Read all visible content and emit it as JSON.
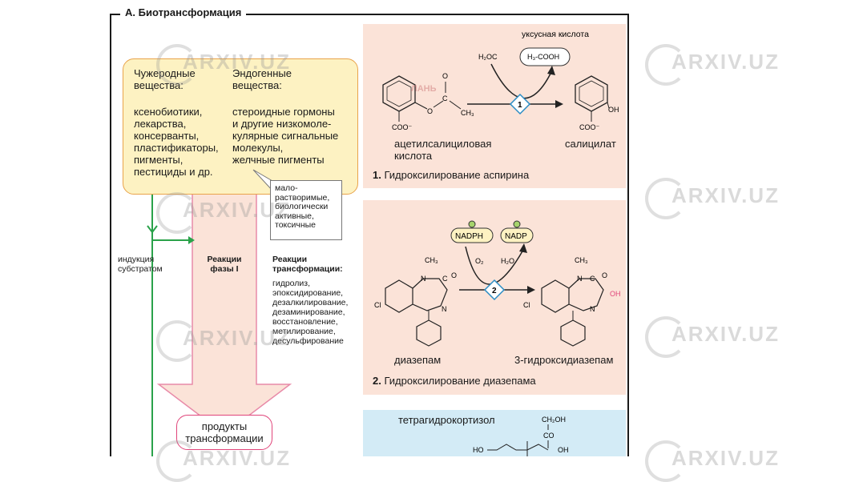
{
  "title": "А. Биотрансформация",
  "yellow_box": {
    "left_heading": "Чужеродные\nвещества:",
    "left_list": "ксенобиотики,\nлекарства,\nконсерванты,\nпластификаторы,\nпигменты,\nпестициды и др.",
    "right_heading": "Эндогенные\nвещества:",
    "right_list": "стероидные гормоны\nи другие низкомоле-\nкулярные сигнальные\nмолекулы,\nжелчные пигменты"
  },
  "callout": "мало-\nрастворимые,\nбиологически\nактивные,\nтоксичные",
  "induction": "индукция\nсубстратом",
  "phase1": "Реакции\nфазы I",
  "reactions_heading": "Реакции\nтрансформации:",
  "reactions_list": "гидролиз,\nэпоксидирование,\nдезалкилирование,\nдезаминирование,\nвосстановление,\nметилирование,\nдесульфирование",
  "products": "продукты\nтрансформации",
  "panel1": {
    "acetic_acid": "уксусная кислота",
    "h2oc": "H₂OC",
    "h3cooh": "H₃-COOH",
    "enzyme": "1",
    "substrate": "ацетилсалициловая\nкислота",
    "product": "салицилат",
    "caption_num": "1.",
    "caption": " Гидроксилирование аспирина",
    "o_label": "O",
    "c_label": "C",
    "ch3_label": "CH₃",
    "coo_label": "COO⁻",
    "oh_label": "OH",
    "brand": "ЛАНЬ"
  },
  "panel2": {
    "nadph": "NADPH",
    "nadp": "NADP",
    "o2": "O₂",
    "h2o": "H₂O",
    "enzyme": "2",
    "substrate": "диазепам",
    "product": "3-гидроксидиазепам",
    "caption_num": "2.",
    "caption": " Гидроксилирование диазепама",
    "ch3": "CH₃",
    "n": "N",
    "c": "C",
    "o": "O",
    "cl": "Cl",
    "oh": "OH"
  },
  "panel3": {
    "name": "тетрагидрокортизол",
    "ch2oh": "CH₂OH",
    "co": "CO",
    "oh": "OH",
    "ho": "HO"
  },
  "watermark": "ARXIV.UZ",
  "colors": {
    "panel": "#fbe3d8",
    "panel_blue": "#d3ebf6",
    "green": "#2aa24a",
    "pink": "#e0457a",
    "enzyme": "#2b8cc4"
  }
}
